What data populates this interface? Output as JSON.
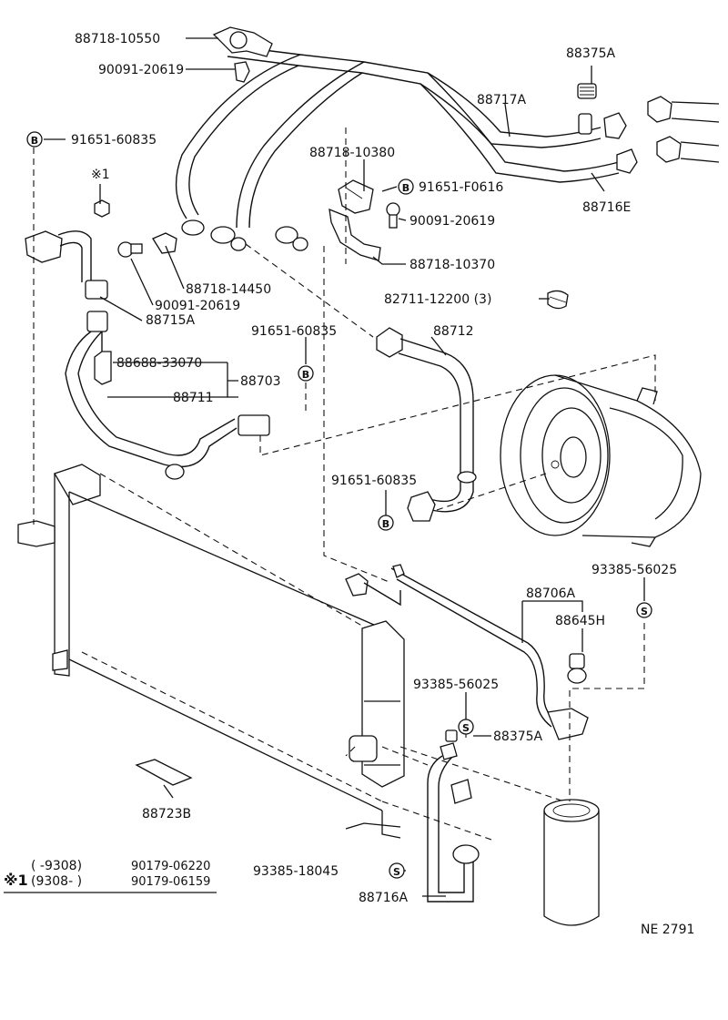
{
  "diagram": {
    "drawing_number": "NE 2791",
    "labels": {
      "l_88718_10550": "88718-10550",
      "l_90091_20619_a": "90091-20619",
      "l_91651_60835_a": "91651-60835",
      "l_88375A_a": "88375A",
      "l_88717A": "88717A",
      "l_88716E": "88716E",
      "l_88718_10380": "88718-10380",
      "l_91651_F0616": "91651-F0616",
      "l_90091_20619_b": "90091-20619",
      "l_88718_10370": "88718-10370",
      "l_note1": "※1",
      "l_88718_14450": "88718-14450",
      "l_90091_20619_c": "90091-20619",
      "l_88715A": "88715A",
      "l_82711_12200": "82711-12200 (3)",
      "l_91651_60835_b": "91651-60835",
      "l_88712": "88712",
      "l_88688_33070": "88688-33070",
      "l_88703": "88703",
      "l_88711": "88711",
      "l_91651_60835_c": "91651-60835",
      "l_93385_56025_a": "93385-56025",
      "l_88706A": "88706A",
      "l_88645H": "88645H",
      "l_93385_56025_b": "93385-56025",
      "l_88375A_b": "88375A",
      "l_88723B": "88723B",
      "l_93385_18045": "93385-18045",
      "l_88716A": "88716A"
    },
    "markers": {
      "bolt": "B",
      "stud": "S"
    },
    "footnote": {
      "symbol": "※1",
      "row1_range": "(      -9308)",
      "row1_part": "90179-06220",
      "row2_range": "(9308-      )",
      "row2_part": "90179-06159"
    }
  }
}
